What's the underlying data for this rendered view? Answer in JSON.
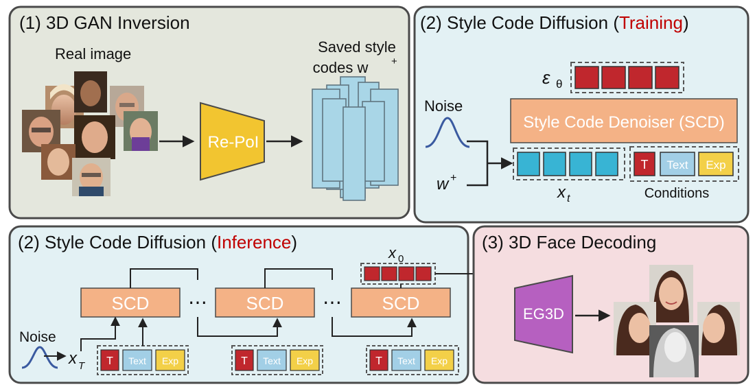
{
  "panel1": {
    "title": "(1) 3D GAN Inversion",
    "real_image_label": "Real image",
    "encoder_label": "Re-PoI",
    "saved_codes_line1": "Saved style",
    "saved_codes_line2": "codes w",
    "saved_codes_sup": "+"
  },
  "panel2": {
    "title_prefix": "(2) Style Code Diffusion (",
    "title_highlight": "Training",
    "title_suffix": ")",
    "noise_label": "Noise",
    "w_label": "w",
    "w_sup": "+",
    "eps_label": "ε",
    "eps_sub": "θ",
    "denoiser_label": "Style Code Denoiser (SCD)",
    "xt_label": "x",
    "xt_sub": "t",
    "conditions_label": "Conditions",
    "cond_t": "T",
    "cond_text": "Text",
    "cond_exp": "Exp"
  },
  "panel3": {
    "title_prefix": "(2) Style Code Diffusion (",
    "title_highlight": "Inference",
    "title_suffix": ")",
    "noise_label": "Noise",
    "xT_label": "x",
    "xT_sub": "T",
    "x0_label": "x",
    "x0_sub": "0",
    "scd_label": "SCD",
    "dots": "⋯",
    "cond_t": "T",
    "cond_text": "Text",
    "cond_exp": "Exp"
  },
  "panel4": {
    "title": "(3) 3D Face Decoding",
    "decoder_label": "EG3D"
  },
  "colors": {
    "panel1_bg": "#e4e7dd",
    "panel_blue_bg": "#e3f1f4",
    "panel4_bg": "#f5dde0",
    "highlight_red": "#c00000",
    "code_red": "#c0272d",
    "code_blue": "#38b4d4",
    "scd_orange": "#f4b286",
    "encoder_yellow": "#f2c530",
    "decoder_purple": "#b660c0",
    "text_blue": "#a2cfe6",
    "exp_yellow": "#f3d048"
  },
  "icons": [
    "noise-curve-icon",
    "arrow-icon"
  ]
}
